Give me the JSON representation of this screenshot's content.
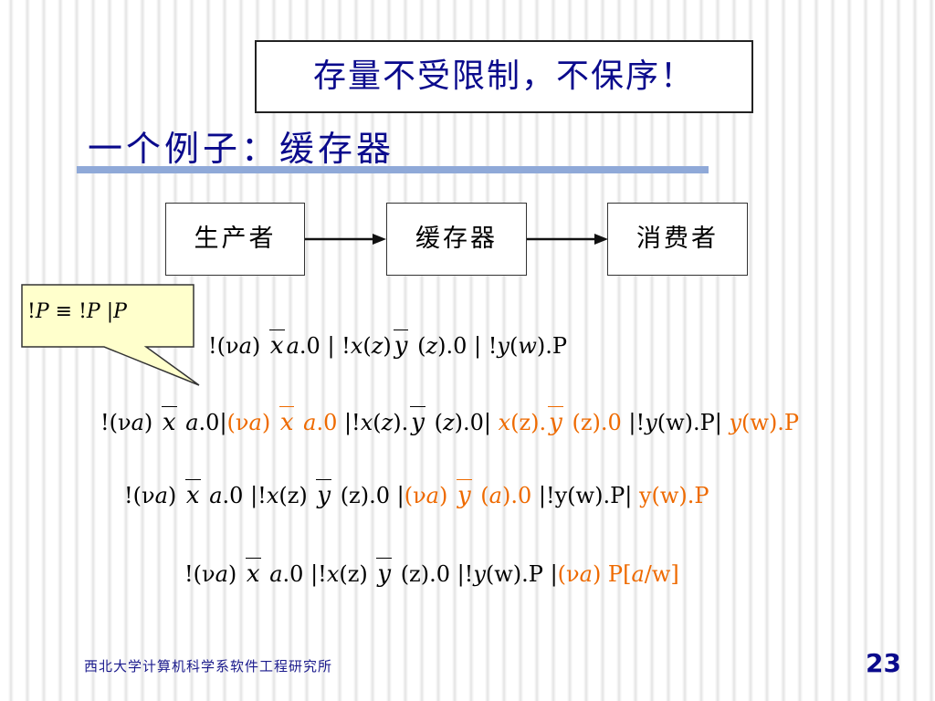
{
  "note": "存量不受限制，不保序！",
  "title": "一个例子：缓存器",
  "diagram": {
    "producer": "生产者",
    "buffer": "缓存器",
    "consumer": "消费者"
  },
  "callout": {
    "segments": [
      "!",
      "P",
      " ≡ !",
      "P",
      " |",
      "P"
    ]
  },
  "line1": {
    "segments": [
      "!(",
      "ν",
      "a",
      ") ",
      "x",
      "a",
      ".0 ",
      " | ",
      " !",
      "x",
      "(",
      "z",
      ")",
      "y",
      " (",
      "z",
      ").0",
      " | ",
      " !",
      "y",
      "(",
      "w",
      ").P"
    ]
  },
  "line2": {
    "segments": [
      "!(",
      "ν",
      "a",
      ") ",
      "x",
      " ",
      "a",
      ".0|",
      "(",
      "ν",
      "a",
      ") ",
      "x",
      " ",
      "a",
      ".0",
      " |!",
      "x",
      "(",
      "z",
      ").",
      "y",
      " (",
      "z",
      ").0|",
      " x",
      "(z).",
      "y",
      " (z).0",
      " |!",
      "y",
      "(w).P|",
      " y",
      "(w).P"
    ]
  },
  "line3": {
    "segments": [
      "!(",
      "ν",
      "a",
      ") ",
      "x",
      " ",
      "a",
      ".0 |!",
      "x",
      "(z) ",
      "y",
      " (z).0 |",
      "(",
      "ν",
      "a",
      ") ",
      "y",
      " (",
      "a",
      ").0",
      " |!y(w).P|",
      " y(w).P"
    ]
  },
  "line4": {
    "segments": [
      "!(",
      "ν",
      "a",
      ") ",
      "x",
      " ",
      "a",
      ".0 |!",
      "x",
      "(z) ",
      "y",
      " (z).0 |!",
      "y",
      "(w).P |",
      "(",
      "ν",
      "a",
      ") P[",
      "a",
      "/w]"
    ]
  },
  "footer": "西北大学计算机科学系软件工程研究所",
  "page_number": "23",
  "colors": {
    "title_blue": "#0a0a8c",
    "highlight_orange": "#ee6a00",
    "callout_fill": "#ffffcc",
    "rule_blue": "#8fa9d8"
  }
}
